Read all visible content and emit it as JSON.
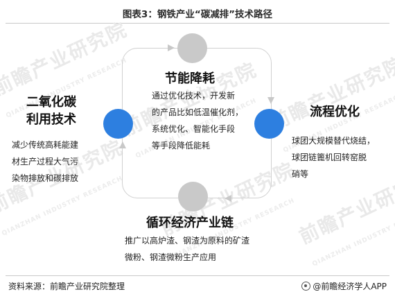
{
  "title": "图表3：钢铁产业“碳减排”技术路径",
  "watermark": {
    "text": "前瞻产业研究院",
    "sub": "QIANZHAN INDUSTRY RESEARCH"
  },
  "nodes": {
    "top": {
      "heading": "节能降耗",
      "lines": [
        "通过优化技术，开发新",
        "的产品比如低温催化剂，",
        "系统优化、智能化手段",
        "等手段降低能耗"
      ]
    },
    "left": {
      "heading_lines": [
        "二氧化碳",
        "利用技术"
      ],
      "lines": [
        "减少传统高耗能建",
        "材生产过程大气污",
        "染物排放和碳排放"
      ]
    },
    "right": {
      "heading": "流程优化",
      "lines": [
        "球团大规模替代烧结，",
        "球团链篦机回转窑脱",
        "硝等"
      ]
    },
    "bottom": {
      "heading": "循环经济产业链",
      "lines": [
        "推广以高炉渣、钢渣为原料的矿渣",
        "微粉、钢渣微粉生产应用"
      ]
    }
  },
  "colors": {
    "accent_blue": "#2d7fe0",
    "node_gray": "#c9c9c9",
    "line_gray": "#d0d0d0"
  },
  "footer": {
    "source": "资料来源：前瞻产业研究院整理",
    "brand": "@前瞻经济学人APP",
    "brand_icon": "qianzhan-logo-icon"
  }
}
